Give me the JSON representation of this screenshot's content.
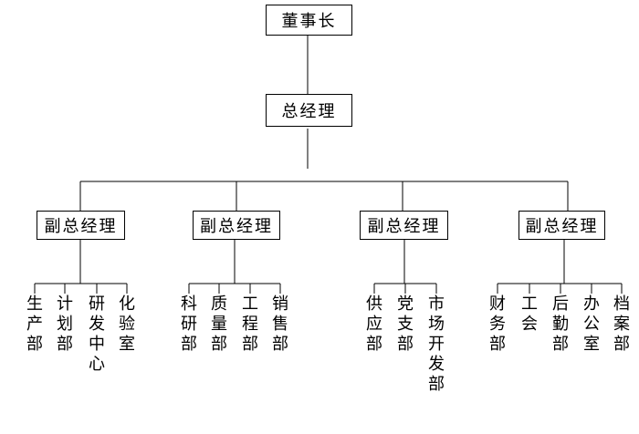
{
  "chairman": "董事长",
  "general_manager": "总经理",
  "deputies": [
    {
      "title": "副总经理",
      "departments": [
        "生产部",
        "计划部",
        "研发中心",
        "化验室"
      ]
    },
    {
      "title": "副总经理",
      "departments": [
        "科研部",
        "质量部",
        "工程部",
        "销售部"
      ]
    },
    {
      "title": "副总经理",
      "departments": [
        "供应部",
        "党支部",
        "市场开发部"
      ]
    },
    {
      "title": "副总经理",
      "departments": [
        "财务部",
        "工会",
        "后勤部",
        "办公室",
        "档案部"
      ]
    }
  ]
}
